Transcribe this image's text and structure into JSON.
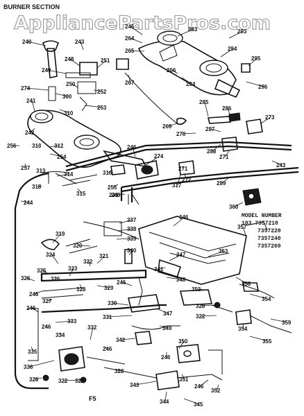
{
  "header": {
    "section_title": "BURNER SECTION"
  },
  "watermark": {
    "text": "AppliancePartsPros.com"
  },
  "model_block": {
    "heading": "MODEL NUMBER",
    "numbers": [
      "103.7357210",
      "7357220",
      "7357240",
      "7357260"
    ]
  },
  "footer": {
    "page_code": "F5"
  },
  "part_callouts": [
    {
      "id": "c240",
      "text": "240"
    },
    {
      "id": "c243a",
      "text": "243"
    },
    {
      "id": "c248",
      "text": "248"
    },
    {
      "id": "c251",
      "text": "251"
    },
    {
      "id": "c249",
      "text": "249"
    },
    {
      "id": "c250",
      "text": "250"
    },
    {
      "id": "c274a",
      "text": "274"
    },
    {
      "id": "c300",
      "text": "300"
    },
    {
      "id": "c252",
      "text": "252"
    },
    {
      "id": "c241",
      "text": "241"
    },
    {
      "id": "c253",
      "text": "253"
    },
    {
      "id": "c310",
      "text": "310"
    },
    {
      "id": "c242",
      "text": "242"
    },
    {
      "id": "c256",
      "text": "256"
    },
    {
      "id": "c313a",
      "text": "313"
    },
    {
      "id": "c312",
      "text": "312"
    },
    {
      "id": "c254",
      "text": "254"
    },
    {
      "id": "c257",
      "text": "257"
    },
    {
      "id": "c313b",
      "text": "313"
    },
    {
      "id": "c314",
      "text": "314"
    },
    {
      "id": "c316",
      "text": "316"
    },
    {
      "id": "c318",
      "text": "318"
    },
    {
      "id": "c315",
      "text": "315"
    },
    {
      "id": "c255",
      "text": "255"
    },
    {
      "id": "c244",
      "text": "244"
    },
    {
      "id": "c243b",
      "text": "243"
    },
    {
      "id": "c246a",
      "text": "246"
    },
    {
      "id": "c274b",
      "text": "274"
    },
    {
      "id": "c288",
      "text": "288"
    },
    {
      "id": "c271a",
      "text": "271"
    },
    {
      "id": "c271b",
      "text": "271"
    },
    {
      "id": "c317",
      "text": "317"
    },
    {
      "id": "c272",
      "text": "272"
    },
    {
      "id": "c289",
      "text": "289"
    },
    {
      "id": "c243c",
      "text": "243"
    },
    {
      "id": "c243d",
      "text": "243"
    },
    {
      "id": "c269",
      "text": "269"
    },
    {
      "id": "c270",
      "text": "270"
    },
    {
      "id": "c287",
      "text": "287"
    },
    {
      "id": "c267",
      "text": "267"
    },
    {
      "id": "c245",
      "text": "245"
    },
    {
      "id": "c264",
      "text": "264"
    },
    {
      "id": "c265",
      "text": "265"
    },
    {
      "id": "c266",
      "text": "266"
    },
    {
      "id": "c284",
      "text": "284"
    },
    {
      "id": "c283",
      "text": "283"
    },
    {
      "id": "c293",
      "text": "293"
    },
    {
      "id": "c294",
      "text": "294"
    },
    {
      "id": "c295",
      "text": "295"
    },
    {
      "id": "c296",
      "text": "296"
    },
    {
      "id": "c285",
      "text": "285"
    },
    {
      "id": "c286",
      "text": "286"
    },
    {
      "id": "c273",
      "text": "273"
    },
    {
      "id": "c360",
      "text": "360"
    },
    {
      "id": "c337",
      "text": "337"
    },
    {
      "id": "c338",
      "text": "338"
    },
    {
      "id": "c339",
      "text": "339"
    },
    {
      "id": "c346",
      "text": "346"
    },
    {
      "id": "c357",
      "text": "357"
    },
    {
      "id": "c319",
      "text": "319"
    },
    {
      "id": "c320",
      "text": "320"
    },
    {
      "id": "c340",
      "text": "340"
    },
    {
      "id": "c353a",
      "text": "353"
    },
    {
      "id": "c324",
      "text": "324"
    },
    {
      "id": "c322a",
      "text": "322"
    },
    {
      "id": "c321",
      "text": "321"
    },
    {
      "id": "c347a",
      "text": "347"
    },
    {
      "id": "c341",
      "text": "341"
    },
    {
      "id": "c325",
      "text": "325"
    },
    {
      "id": "c323",
      "text": "323"
    },
    {
      "id": "c326a",
      "text": "326"
    },
    {
      "id": "c326b",
      "text": "326"
    },
    {
      "id": "c328a",
      "text": "328"
    },
    {
      "id": "c329",
      "text": "329"
    },
    {
      "id": "c246b",
      "text": "246"
    },
    {
      "id": "c348",
      "text": "348"
    },
    {
      "id": "c358",
      "text": "358"
    },
    {
      "id": "c353b",
      "text": "353"
    },
    {
      "id": "c246c",
      "text": "246"
    },
    {
      "id": "c327",
      "text": "327"
    },
    {
      "id": "c354a",
      "text": "354"
    },
    {
      "id": "c330",
      "text": "330"
    },
    {
      "id": "c328b",
      "text": "328"
    },
    {
      "id": "c322b",
      "text": "322"
    },
    {
      "id": "c246d",
      "text": "246"
    },
    {
      "id": "c333",
      "text": "333"
    },
    {
      "id": "c331",
      "text": "331"
    },
    {
      "id": "c347b",
      "text": "347"
    },
    {
      "id": "c354b",
      "text": "354"
    },
    {
      "id": "c359",
      "text": "359"
    },
    {
      "id": "c246e",
      "text": "246"
    },
    {
      "id": "c334",
      "text": "334"
    },
    {
      "id": "c332",
      "text": "332"
    },
    {
      "id": "c342",
      "text": "342"
    },
    {
      "id": "c349",
      "text": "349"
    },
    {
      "id": "c355",
      "text": "355"
    },
    {
      "id": "c335",
      "text": "335"
    },
    {
      "id": "c336",
      "text": "336"
    },
    {
      "id": "c246f",
      "text": "246"
    },
    {
      "id": "c246g",
      "text": "246"
    },
    {
      "id": "c350",
      "text": "350"
    },
    {
      "id": "c328c",
      "text": "328"
    },
    {
      "id": "c351",
      "text": "351"
    },
    {
      "id": "c328d",
      "text": "328"
    },
    {
      "id": "c322c",
      "text": "322"
    },
    {
      "id": "c322d",
      "text": "322"
    },
    {
      "id": "c343",
      "text": "343"
    },
    {
      "id": "c246h",
      "text": "246"
    },
    {
      "id": "c352",
      "text": "352"
    },
    {
      "id": "c344",
      "text": "344"
    },
    {
      "id": "c345",
      "text": "345"
    }
  ]
}
